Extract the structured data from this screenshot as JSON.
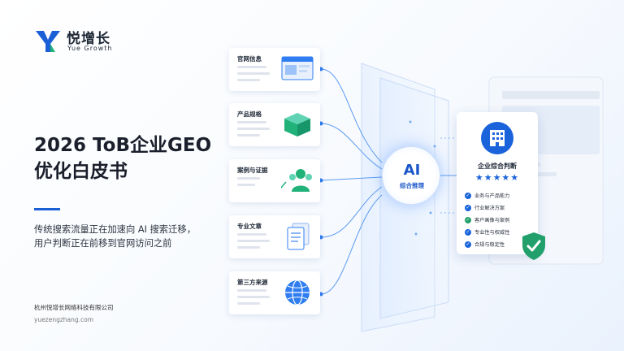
{
  "brand": {
    "name": "悦增长",
    "tagline": "Yue Growth"
  },
  "hero": {
    "title_line1": "2026 ToB企业GEO",
    "title_line2": "优化白皮书",
    "subtitle_line1": "传统搜索流量正在加速向 AI 搜索迁移，",
    "subtitle_line2": "用户判断正在前移到官网访问之前"
  },
  "footer": {
    "company": "杭州悦增长网络科技有限公司",
    "website": "yuezengzhang.com"
  },
  "sources": [
    {
      "label": "官网信息",
      "icon": "browser-window-icon"
    },
    {
      "label": "产品规格",
      "icon": "product-box-icon"
    },
    {
      "label": "案例与证据",
      "icon": "users-growth-icon"
    },
    {
      "label": "专业文章",
      "icon": "document-stack-icon"
    },
    {
      "label": "第三方来源",
      "icon": "globe-icon"
    }
  ],
  "hub": {
    "title": "AI",
    "label": "综合推理"
  },
  "result": {
    "icon": "building-icon",
    "title": "企业综合判断",
    "rating": 5,
    "stars": "★★★★★",
    "criteria": [
      "业务与产品能力",
      "行业解决方案",
      "客户画像与案例",
      "专业性与权威性",
      "合规与稳定性"
    ]
  },
  "colors": {
    "primary": "#1a63db",
    "accent_green": "#22a06b",
    "title_text": "#1a1f2b"
  }
}
